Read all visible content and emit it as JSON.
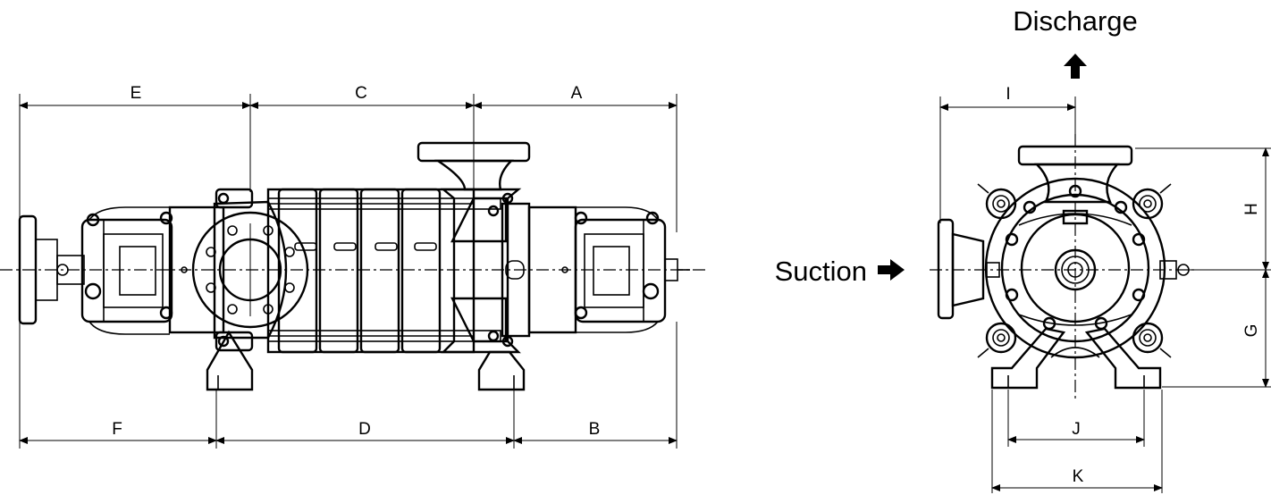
{
  "dimensions": {
    "A": "A",
    "B": "B",
    "C": "C",
    "D": "D",
    "E": "E",
    "F": "F",
    "G": "G",
    "H": "H",
    "I": "I",
    "J": "J",
    "K": "K"
  },
  "flow": {
    "discharge": "Discharge",
    "suction": "Suction"
  }
}
